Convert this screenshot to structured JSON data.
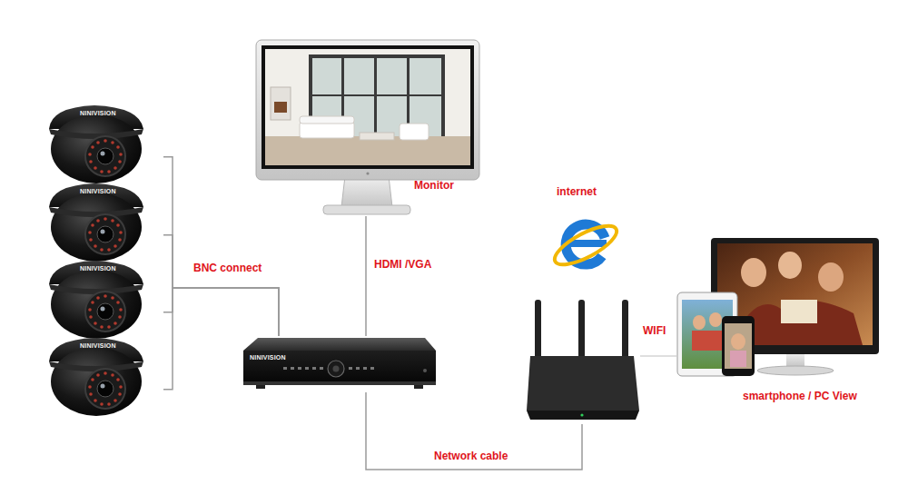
{
  "diagram": {
    "nodes": [
      {
        "text": [
          "NINIVISION"
        ]
      },
      {
        "text": [
          "NINIVISION"
        ]
      },
      {
        "text": [
          "NINIVISION"
        ]
      },
      {
        "text": [
          "NINIVISION"
        ]
      },
      {
        "text": [
          "NINIVISION"
        ]
      },
      {
        "text": [
          "Monitor"
        ]
      },
      {
        "text": [
          "internet"
        ]
      },
      {
        "text": [
          "smartphone / PC View"
        ]
      }
    ],
    "edges": [
      {
        "from": 0,
        "to": 4,
        "arrow": "none",
        "label": "BNC connect"
      },
      {
        "from": 1,
        "to": 4,
        "arrow": "none"
      },
      {
        "from": 2,
        "to": 4,
        "arrow": "none"
      },
      {
        "from": 3,
        "to": 4,
        "arrow": "none"
      },
      {
        "from": 4,
        "to": 5,
        "arrow": "none",
        "label": "HDMI /VGA"
      },
      {
        "from": 4,
        "to": 6,
        "arrow": "none",
        "label": "Network cable"
      },
      {
        "from": 6,
        "to": 7,
        "arrow": "none",
        "label": "WIFI"
      }
    ]
  }
}
